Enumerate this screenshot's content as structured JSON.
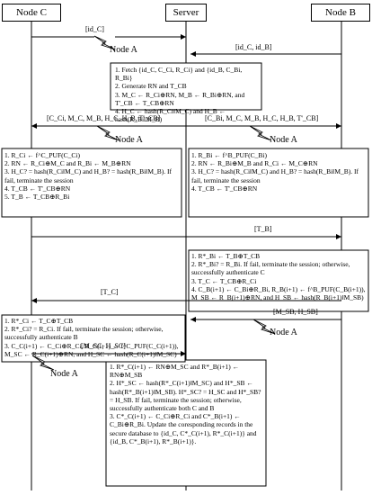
{
  "headers": {
    "node_c": "Node C",
    "server": "Server",
    "node_b": "Node B"
  },
  "messages": {
    "m1": "[id_C]",
    "m2": "[id_C, id_B]",
    "m3": "[C_Ci, M_C, M_B, H_C, H_B, T'_CB]",
    "m4": "[C_Bi, M_C, M_B, H_C, H_B, T'_CB]",
    "m5": "[T_B]",
    "m6": "[T_C]",
    "m7": "[M_SB, H_SB]",
    "m8": "[M_SC, H_SC]"
  },
  "node_a_label": "Node A",
  "steps": {
    "server_1": [
      "1. Fetch {id_C, C_Ci, R_Ci} and {id_B, C_Bi, R_Bi}",
      "2. Generate RN and T_CB",
      "3. M_C ← R_Ci⊕RN, M_B ← R_Bi⊕RN, and T'_CB ← T_CB⊕RN",
      "4. H_C ← hash(R_Ci‖M_C) and H_B ← hash(R_Bi‖M_B)"
    ],
    "node_c_1": [
      "1. R_Ci ← f^C_PUF(C_Ci)",
      "2. RN ← R_Ci⊕M_C and R_Bi ← M_B⊕RN",
      "3. H_C? = hash(R_Ci‖M_C) and H_B? = hash(R_Bi‖M_B). If fail, terminate the session",
      "4. T_CB ← T'_CB⊕RN",
      "5. T_B ← T_CB⊕R_Bi"
    ],
    "node_b_1": [
      "1. R_Bi ← f^B_PUF(C_Bi)",
      "2. RN ← R_Bi⊕M_B and R_Ci ← M_C⊕RN",
      "3. H_C? = hash(R_Ci‖M_C) and H_B? = hash(R_Bi‖M_B). If fail, terminate the session",
      "4. T_CB ← T'_CB⊕RN"
    ],
    "node_b_2": [
      "1. R*_Bi ← T_B⊕T_CB",
      "2. R*_Bi? = R_Bi. If fail, terminate the session; otherwise, successfully authenticate C",
      "3. T_C ← T_CB⊕R_Ci",
      "4. C_B(i+1) ← C_Bi⊕R_Bi, R_B(i+1) ← f^B_PUF(C_B(i+1)), M_SB ← R_B(i+1)⊕RN, and H_SB ← hash(R_B(i+1)‖M_SB)"
    ],
    "node_c_2": [
      "1. R*_Ci ← T_C⊕T_CB",
      "2. R*_Ci? = R_Ci. If fail, terminate the session; otherwise, successfully authenticate B",
      "3. C_C(i+1) ← C_Ci⊕R_Ci, R_C(i+1) ← f^C_PUF(C_C(i+1)), M_SC ← R_C(i+1)⊕RN, and H_SC ← hash(R_C(i+1)‖M_SC)"
    ],
    "server_2": [
      "1. R*_C(i+1) ← RN⊕M_SC and R*_B(i+1) ← RN⊕M_SB",
      "2. H*_SC ← hash(R*_C(i+1)‖M_SC) and H*_SB ← hash(R*_B(i+1)‖M_SB). H*_SC? = H_SC and H*_SB? = H_SB. If fail, terminate the session; otherwise, successfully authenticate both C and B",
      "3. C*_C(i+1) ← C_Ci⊕R_Ci and C*_B(i+1) ← C_Bi⊕R_Bi. Update the coresponding records in the secure database to {id_C, C*_C(i+1), R*_C(i+1)} and {id_B, C*_B(i+1), R*_B(i+1)}."
    ]
  }
}
